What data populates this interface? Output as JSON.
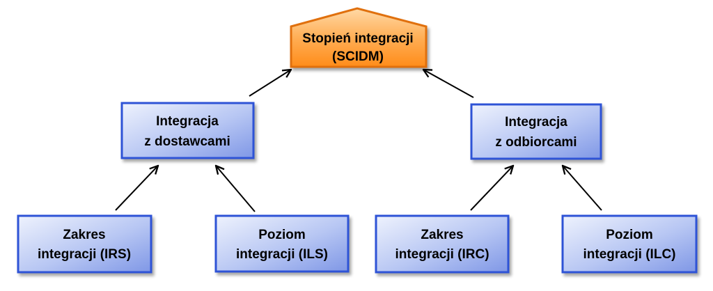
{
  "root": {
    "line1": "Stopień integracji",
    "line2": "(SCIDM)"
  },
  "left_mid": {
    "line1": "Integracja",
    "line2": "z dostawcami"
  },
  "right_mid": {
    "line1": "Integracja",
    "line2": "z odbiorcami"
  },
  "leaves": [
    {
      "line1": "Zakres",
      "line2": "integracji (IRS)"
    },
    {
      "line1": "Poziom",
      "line2": "integracji (ILS)"
    },
    {
      "line1": "Zakres",
      "line2": "integracji (IRC)"
    },
    {
      "line1": "Poziom",
      "line2": "integracji (ILC)"
    }
  ],
  "colors": {
    "root_fill_top": "#ffcc88",
    "root_fill_bottom": "#ff9922",
    "root_stroke": "#e07010",
    "box_fill_top": "#dfe6fb",
    "box_fill_bottom": "#8ea4ea",
    "box_stroke": "#2f52d6",
    "arrow": "#000000"
  }
}
